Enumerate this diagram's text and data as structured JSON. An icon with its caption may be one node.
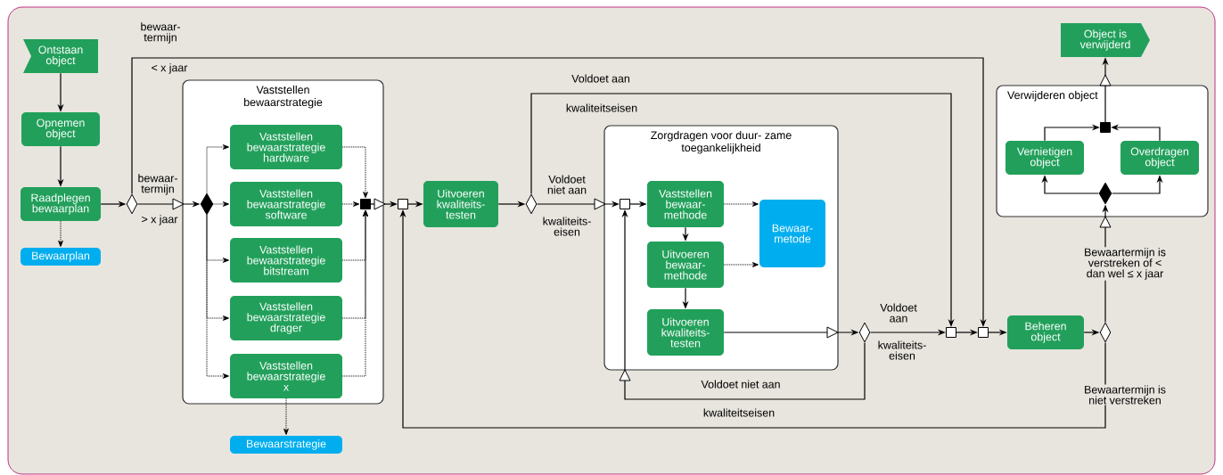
{
  "diagram": {
    "nodes": [
      {
        "text": [
          "Ontstaan object"
        ]
      },
      {
        "text": [
          "Opnemen object"
        ]
      },
      {
        "text": [
          "Raadplegen bewaarplan"
        ]
      },
      {
        "text": [
          "Bewaarplan"
        ]
      },
      {
        "text": [],
        "shape": "diamond"
      },
      {
        "text": [
          "Vaststellen bewaarstrategie"
        ]
      },
      {
        "text": [],
        "shape": "diamond",
        "in": 5
      },
      {
        "text": [
          "Vaststellen bewaarstrategie hardware"
        ],
        "in": 5
      },
      {
        "text": [
          "Vaststellen bewaarstrategie software"
        ],
        "in": 5
      },
      {
        "text": [
          "Vaststellen bewaarstrategie bitstream"
        ],
        "in": 5
      },
      {
        "text": [
          "Vaststellen bewaarstrategie drager"
        ],
        "in": 5
      },
      {
        "text": [
          "Vaststellen bewaarstrategie x"
        ],
        "in": 5
      },
      {
        "text": [],
        "shape": "box",
        "in": 5
      },
      {
        "text": [
          "Bewaarstrategie"
        ]
      },
      {
        "text": [],
        "shape": "box"
      },
      {
        "text": [
          "Uitvoeren kwaliteits- testen"
        ]
      },
      {
        "text": [],
        "shape": "diamond"
      },
      {
        "text": [
          "Zorgdragen voor duur- zame toegankelijkheid"
        ]
      },
      {
        "text": [],
        "shape": "box",
        "in": 17
      },
      {
        "text": [
          "Vaststellen bewaar- methode"
        ],
        "in": 17
      },
      {
        "text": [
          "Uitvoeren bewaar- methode"
        ],
        "in": 17
      },
      {
        "text": [
          "Uitvoeren kwaliteits- testen"
        ],
        "in": 17
      },
      {
        "text": [
          "Bewaar- metode"
        ],
        "in": 17
      },
      {
        "text": [],
        "shape": "diamond"
      },
      {
        "text": [],
        "shape": "box"
      },
      {
        "text": [],
        "shape": "box"
      },
      {
        "text": [
          "Beheren object"
        ]
      },
      {
        "text": [],
        "shape": "diamond"
      },
      {
        "text": [
          "Verwijderen object"
        ]
      },
      {
        "text": [],
        "shape": "diamond",
        "in": 28
      },
      {
        "text": [
          "Vernietigen object"
        ],
        "in": 28
      },
      {
        "text": [
          "Overdragen object"
        ],
        "in": 28
      },
      {
        "text": [],
        "shape": "box",
        "in": 28
      },
      {
        "text": [
          "Object is verwijderd"
        ]
      }
    ],
    "edges": [
      {
        "from": 0,
        "to": 1,
        "arrow": "to"
      },
      {
        "from": 1,
        "to": 2,
        "arrow": "to"
      },
      {
        "from": 2,
        "to": 3,
        "arrow": "to",
        "style": "dashed"
      },
      {
        "from": 2,
        "to": 4,
        "arrow": "to"
      },
      {
        "from": 4,
        "to": 25,
        "arrow": "to"
      },
      {
        "from": 4,
        "to": 6,
        "arrow": "to"
      },
      {
        "from": 6,
        "to": 7,
        "arrow": "to",
        "style": "dashed"
      },
      {
        "from": 6,
        "to": 8,
        "arrow": "to",
        "style": "dashed"
      },
      {
        "from": 6,
        "to": 9,
        "arrow": "to",
        "style": "dashed"
      },
      {
        "from": 6,
        "to": 10,
        "arrow": "to",
        "style": "dashed"
      },
      {
        "from": 6,
        "to": 11,
        "arrow": "to",
        "style": "dashed"
      },
      {
        "from": 7,
        "to": 12,
        "arrow": "to",
        "style": "dashed"
      },
      {
        "from": 8,
        "to": 12,
        "arrow": "to",
        "style": "dashed"
      },
      {
        "from": 9,
        "to": 12,
        "arrow": "to",
        "style": "dashed"
      },
      {
        "from": 10,
        "to": 12,
        "arrow": "to",
        "style": "dashed"
      },
      {
        "from": 11,
        "to": 12,
        "arrow": "to",
        "style": "dashed"
      },
      {
        "from": 11,
        "to": 13,
        "arrow": "to",
        "style": "dashed"
      },
      {
        "from": 12,
        "to": 14,
        "arrow": "to"
      },
      {
        "from": 14,
        "to": 15,
        "arrow": "to"
      },
      {
        "from": 15,
        "to": 16,
        "arrow": "to"
      },
      {
        "from": 16,
        "to": 24,
        "arrow": "to"
      },
      {
        "from": 16,
        "to": 18,
        "arrow": "to"
      },
      {
        "from": 18,
        "to": 19,
        "arrow": "to"
      },
      {
        "from": 19,
        "to": 20,
        "arrow": "to"
      },
      {
        "from": 20,
        "to": 21,
        "arrow": "to"
      },
      {
        "from": 19,
        "to": 22,
        "arrow": "to",
        "style": "dashed"
      },
      {
        "from": 20,
        "to": 22,
        "arrow": "to",
        "style": "dashed"
      },
      {
        "from": 21,
        "to": 23,
        "arrow": "to"
      },
      {
        "from": 23,
        "to": 24,
        "arrow": "to"
      },
      {
        "from": 23,
        "to": 18,
        "arrow": "to"
      },
      {
        "from": 24,
        "to": 25,
        "arrow": "to"
      },
      {
        "from": 25,
        "to": 26,
        "arrow": "to"
      },
      {
        "from": 26,
        "to": 27,
        "arrow": "to"
      },
      {
        "from": 27,
        "to": 14,
        "arrow": "to",
        "label": "Bewaartermijn is niet verstreken"
      },
      {
        "from": 27,
        "to": 29,
        "arrow": "to",
        "label": "Bewaartermijn is verstreken of < dan wel ≤ x jaar"
      },
      {
        "from": 29,
        "to": 30,
        "arrow": "to"
      },
      {
        "from": 29,
        "to": 31,
        "arrow": "to"
      },
      {
        "from": 30,
        "to": 32,
        "arrow": "to"
      },
      {
        "from": 31,
        "to": 32,
        "arrow": "to"
      },
      {
        "from": 32,
        "to": 33,
        "arrow": "to"
      }
    ],
    "labels": [
      "bewaar- termijn",
      "< x jaar",
      "bewaar- termijn",
      "> x jaar",
      "Voldoet aan",
      "kwaliteitseisen",
      "Voldoet niet aan",
      "kwaliteits- eisen",
      "Voldoet aan",
      "kwaliteits- eisen",
      "Voldoet niet aan",
      "kwaliteitseisen"
    ]
  }
}
